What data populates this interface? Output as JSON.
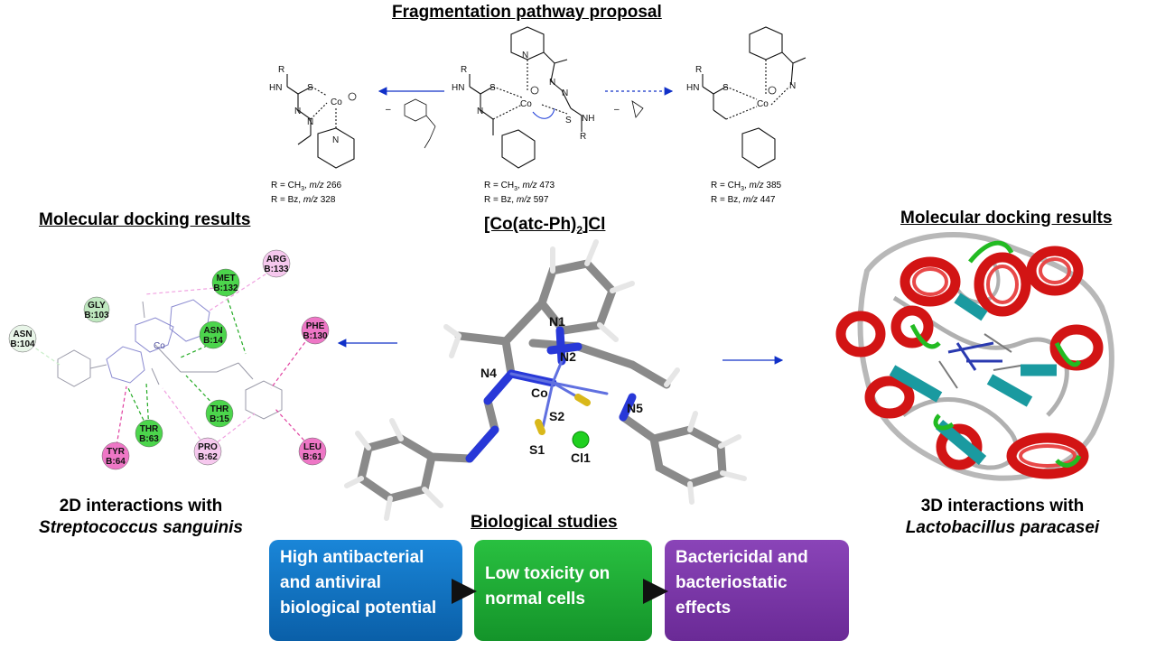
{
  "headings": {
    "fragmentation": "Fragmentation pathway proposal",
    "docking_left": "Molecular docking results",
    "docking_right": "Molecular docking results",
    "biological": "Biological studies"
  },
  "compound": {
    "prefix": "[Co(atc-Ph)",
    "sub": "2",
    "suffix": "]Cl"
  },
  "fragments": {
    "left": {
      "line1": "R = CH",
      "line1_sub": "3",
      "line1_mz": "m/z",
      "line1_val": "266",
      "line2": "R = Bz,",
      "line2_mz": "m/z",
      "line2_val": "328"
    },
    "center": {
      "line1": "R = CH",
      "line1_sub": "3",
      "line1_mz": "m/z",
      "line1_val": "473",
      "line2": "R = Bz,",
      "line2_mz": "m/z",
      "line2_val": "597"
    },
    "right": {
      "line1": "R = CH",
      "line1_sub": "3",
      "line1_mz": "m/z",
      "line1_val": "385",
      "line2": "R = Bz,",
      "line2_mz": "m/z",
      "line2_val": "447"
    }
  },
  "chem_labels": {
    "r": "R",
    "hn": "HN",
    "nh": "NH",
    "s": "S",
    "n": "N",
    "co": "Co",
    "minus": "–"
  },
  "atom_labels": [
    "N1",
    "N2",
    "N4",
    "Co",
    "N5",
    "S2",
    "S1",
    "Cl1"
  ],
  "residues": [
    {
      "name": "ASN",
      "num": "B:104",
      "color": "#e8f5e8"
    },
    {
      "name": "GLY",
      "num": "B:103",
      "color": "#bfe8bf"
    },
    {
      "name": "MET",
      "num": "B:132",
      "color": "#4cd54c"
    },
    {
      "name": "ARG",
      "num": "B:133",
      "color": "#f6c8ee"
    },
    {
      "name": "ASN",
      "num": "B:14",
      "color": "#4cd54c"
    },
    {
      "name": "PHE",
      "num": "B:130",
      "color": "#ee77c6"
    },
    {
      "name": "THR",
      "num": "B:15",
      "color": "#4cd54c"
    },
    {
      "name": "THR",
      "num": "B:63",
      "color": "#4cd54c"
    },
    {
      "name": "TYR",
      "num": "B:64",
      "color": "#ee77c6"
    },
    {
      "name": "PRO",
      "num": "B:62",
      "color": "#f6c8ee"
    },
    {
      "name": "LEU",
      "num": "B:61",
      "color": "#ee77c6"
    }
  ],
  "captions": {
    "left_line1": "2D interactions with",
    "left_line2": "Streptococcus sanguinis",
    "right_line1": "3D interactions with",
    "right_line2": "Lactobacillus paracasei"
  },
  "boxes": {
    "blue": "High antibacterial and antiviral biological potential",
    "green": "Low toxicity on normal cells",
    "purple": "Bactericidal and bacteriostatic effects"
  },
  "colors": {
    "blue": "#0a6cc0",
    "green": "#1faa33",
    "purple": "#7a34a8",
    "arrow": "#1030c8",
    "helix": "#d21414",
    "sheet": "#1a9aa0",
    "coil": "#aaaaaa",
    "turn": "#22bb22"
  }
}
